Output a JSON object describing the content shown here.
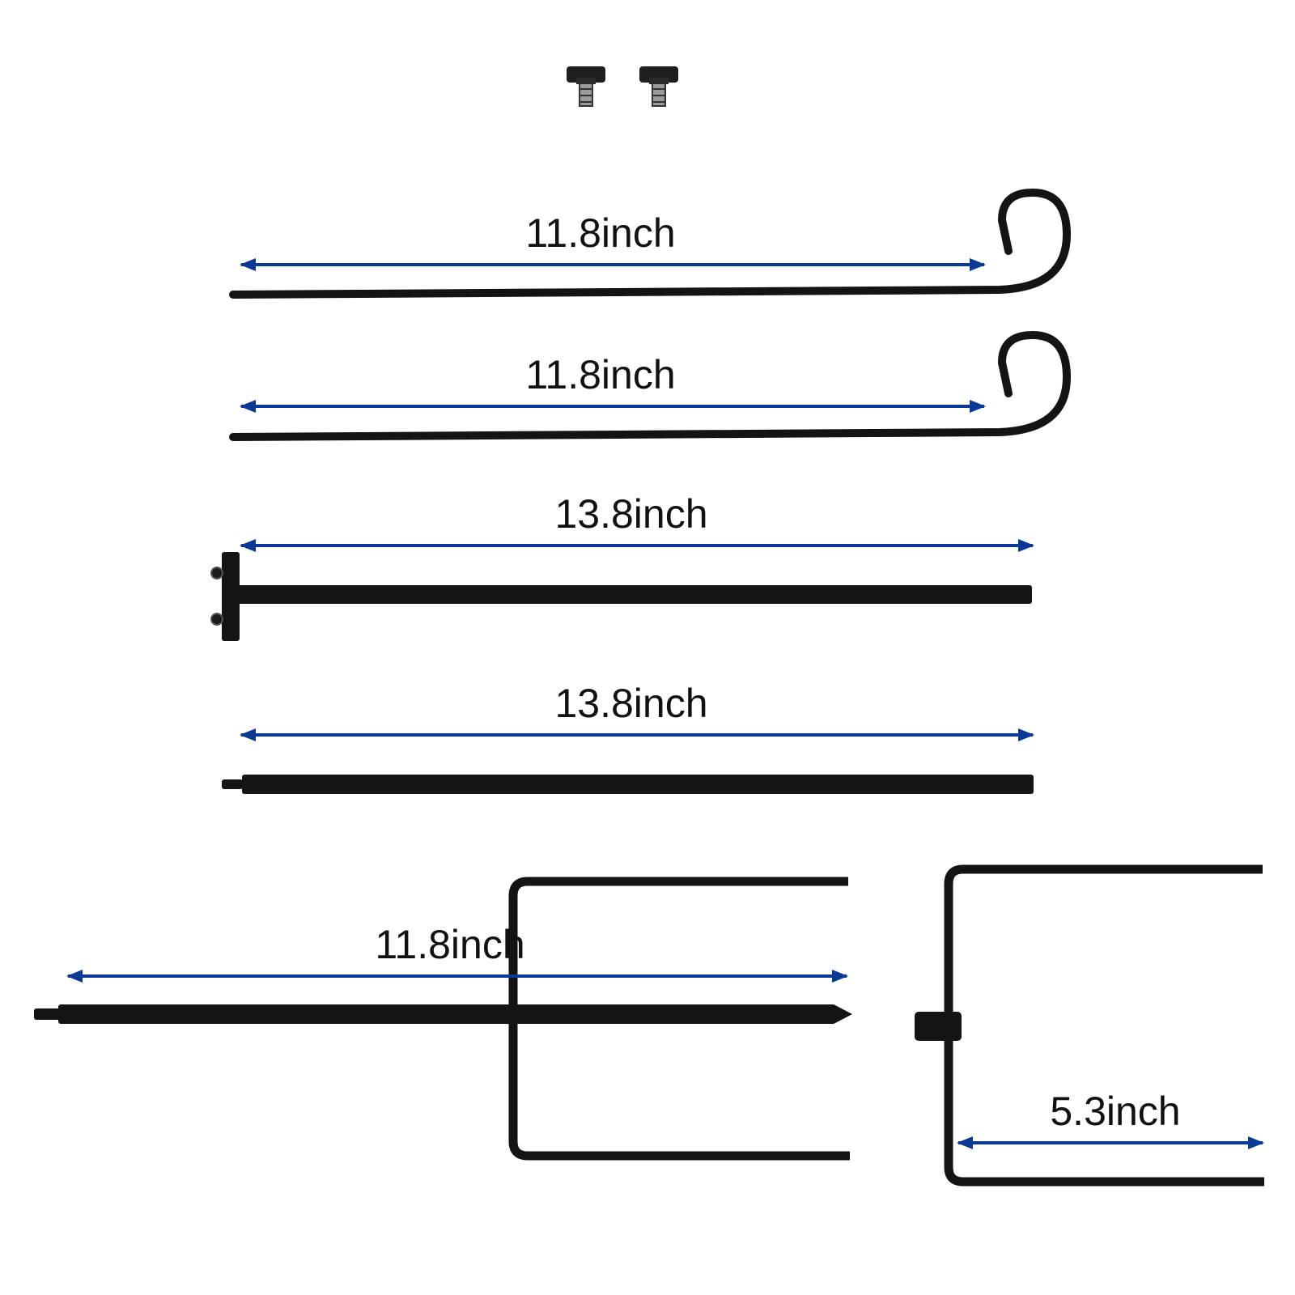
{
  "colors": {
    "background": "#ffffff",
    "rod": "#141414",
    "dimension_arrow": "#0b3a96"
  },
  "parts": [
    {
      "name": "thumb-screws",
      "label": ""
    },
    {
      "name": "hook-rod-1",
      "label": "11.8inch"
    },
    {
      "name": "hook-rod-2",
      "label": "11.8inch"
    },
    {
      "name": "t-bar-rod",
      "label": "13.8inch"
    },
    {
      "name": "straight-rod",
      "label": "13.8inch"
    },
    {
      "name": "ground-stake",
      "label": "11.8inch"
    },
    {
      "name": "u-bracket",
      "label": "5.3inch"
    }
  ]
}
